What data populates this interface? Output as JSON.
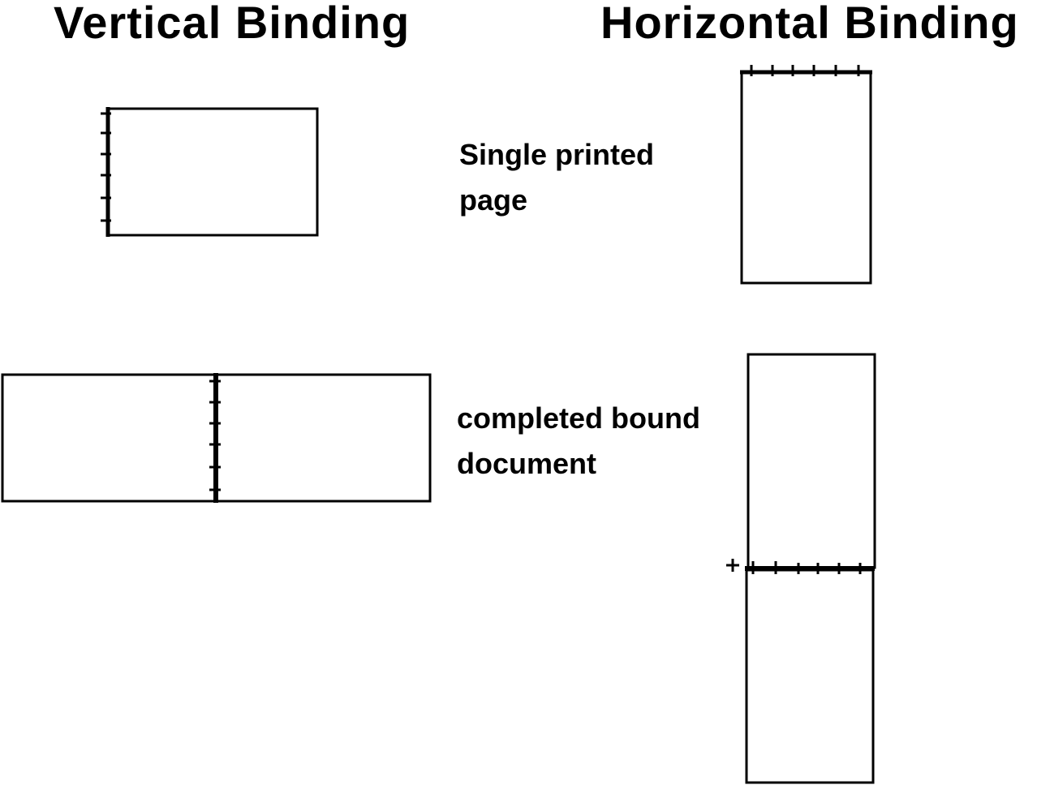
{
  "headings": {
    "vertical": "Vertical Binding",
    "horizontal": "Horizontal Binding"
  },
  "captions": {
    "single_line1": "Single printed",
    "single_line2": "page",
    "completed_line1": "completed bound",
    "completed_line2": "document"
  },
  "colors": {
    "ink": "#000000",
    "paper": "#ffffff"
  }
}
